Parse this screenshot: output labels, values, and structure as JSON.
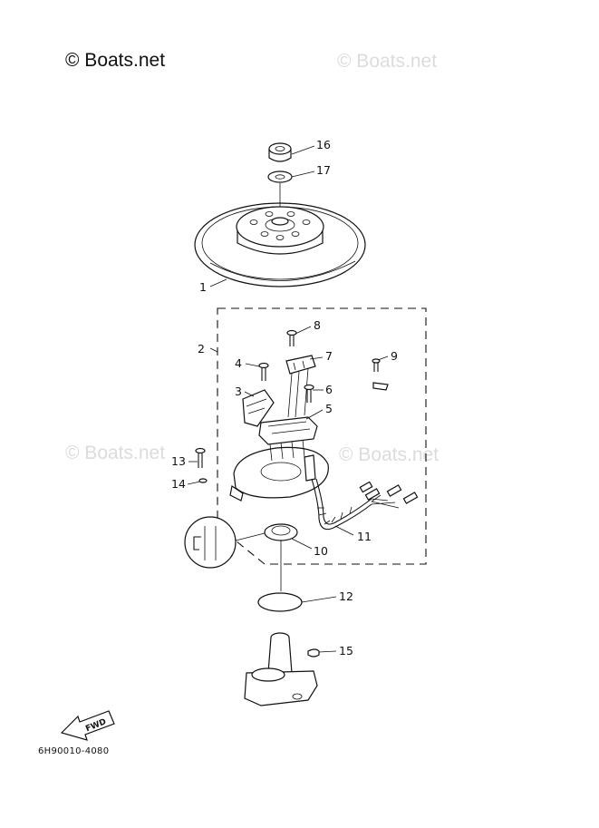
{
  "watermark": {
    "main": "© Boats.net",
    "faded": [
      "© Boats.net",
      "© Boats.net",
      "© Boats.net"
    ]
  },
  "diagram_code": "6H90010-4080",
  "fwd_label": "FWD",
  "callouts": [
    "1",
    "2",
    "3",
    "4",
    "5",
    "6",
    "7",
    "8",
    "9",
    "10",
    "11",
    "12",
    "13",
    "14",
    "15",
    "16",
    "17"
  ]
}
